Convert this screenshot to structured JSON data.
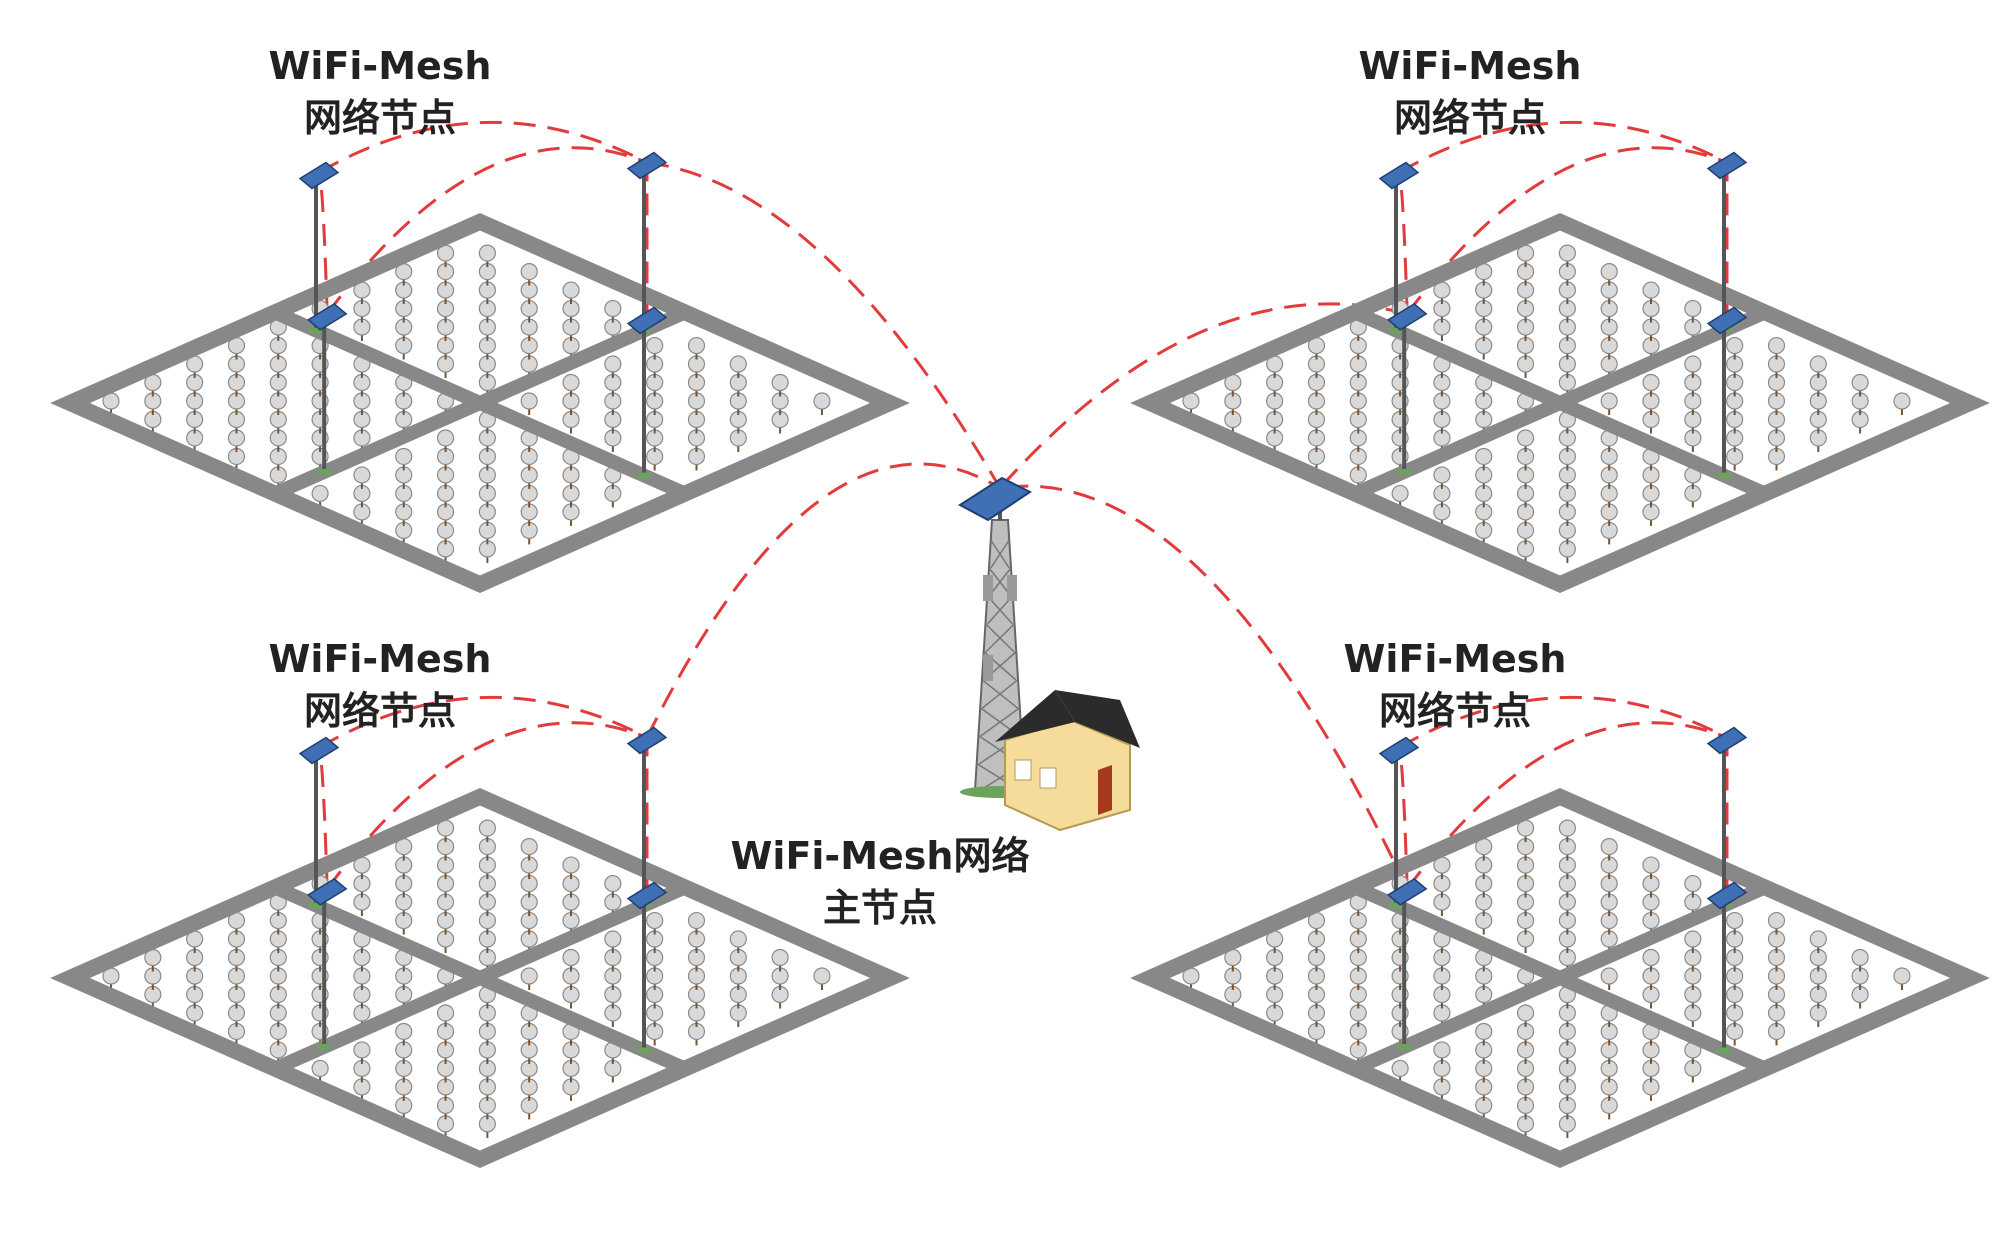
{
  "colors": {
    "link": "#e23b3b",
    "path": "#888888",
    "plant_head": "#d9d9d9",
    "plant_stem": "#7a5230",
    "pole": "#555555",
    "panel": "#3f6fb5",
    "roof": "#2b2b2b",
    "wall": "#f5dc9a",
    "door": "#a63a1c"
  },
  "icons": {
    "node": "solar-mesh-node-icon",
    "tower": "base-station-tower-icon",
    "house": "house-icon",
    "plant": "plant-icon"
  },
  "labels": {
    "top_left": {
      "line1": "WiFi-Mesh",
      "line2": "网络节点"
    },
    "top_right": {
      "line1": "WiFi-Mesh",
      "line2": "网络节点"
    },
    "bottom_left": {
      "line1": "WiFi-Mesh",
      "line2": "网络节点"
    },
    "bottom_right": {
      "line1": "WiFi-Mesh",
      "line2": "网络节点"
    },
    "main": {
      "line1": "WiFi-Mesh网络",
      "line2": "主节点"
    }
  }
}
